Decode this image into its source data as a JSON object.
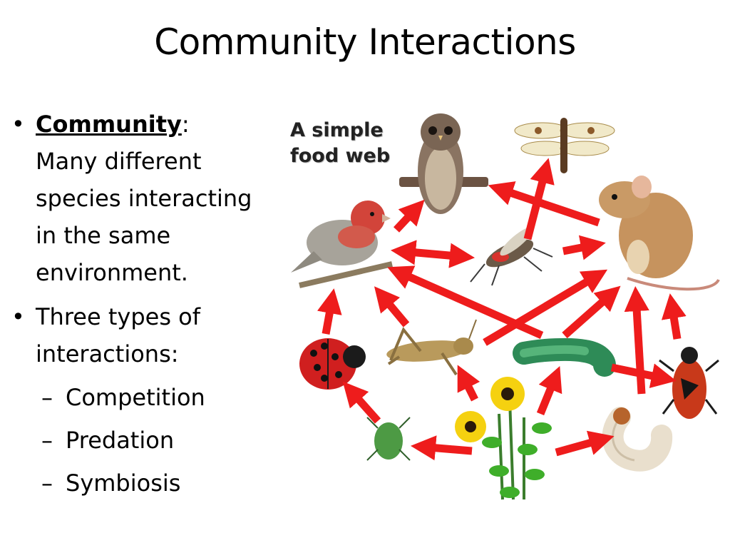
{
  "slide": {
    "title": "Community Interactions"
  },
  "bullets": {
    "community_term": "Community",
    "community_colon": ":",
    "community_def": "Many different species interacting in the same environment.",
    "types_intro": "Three types of interactions:",
    "types": [
      "Competition",
      "Predation",
      "Symbiosis"
    ],
    "dash": "–",
    "dot": "•"
  },
  "food_web": {
    "title_line1": "A simple",
    "title_line2": "food web",
    "arrow_color": "#ee1c1c"
  }
}
